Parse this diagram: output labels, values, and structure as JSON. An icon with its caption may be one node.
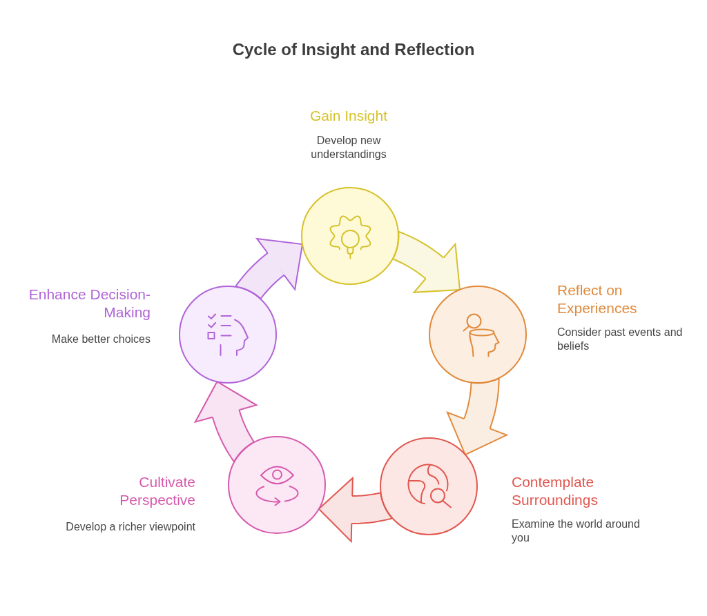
{
  "diagram": {
    "title": "Cycle of Insight and Reflection",
    "nodes": [
      {
        "text": [],
        "shape": "circle",
        "beside": [
          "Gain Insight",
          "Develop new understandings"
        ]
      },
      {
        "text": [],
        "shape": "circle",
        "beside": [
          "Reflect on Experiences",
          "Consider past events and beliefs"
        ]
      },
      {
        "text": [],
        "shape": "circle",
        "beside": [
          "Contemplate Surroundings",
          "Examine the world around you"
        ]
      },
      {
        "text": [],
        "shape": "circle",
        "beside": [
          "Cultivate Perspective",
          "Develop a richer viewpoint"
        ]
      },
      {
        "text": [],
        "shape": "circle",
        "beside": [
          "Enhance Decision-Making",
          "Make better choices"
        ]
      }
    ],
    "edges": [
      {
        "from": 0,
        "to": 1,
        "arrow": "to",
        "color": "#d6c22b"
      },
      {
        "from": 1,
        "to": 2,
        "arrow": "to",
        "color": "#e08a3c"
      },
      {
        "from": 2,
        "to": 3,
        "arrow": "to",
        "color": "#e0574f"
      },
      {
        "from": 3,
        "to": 4,
        "arrow": "to",
        "color": "#d65aad"
      },
      {
        "from": 4,
        "to": 0,
        "arrow": "to",
        "color": "#b064d8"
      }
    ]
  }
}
